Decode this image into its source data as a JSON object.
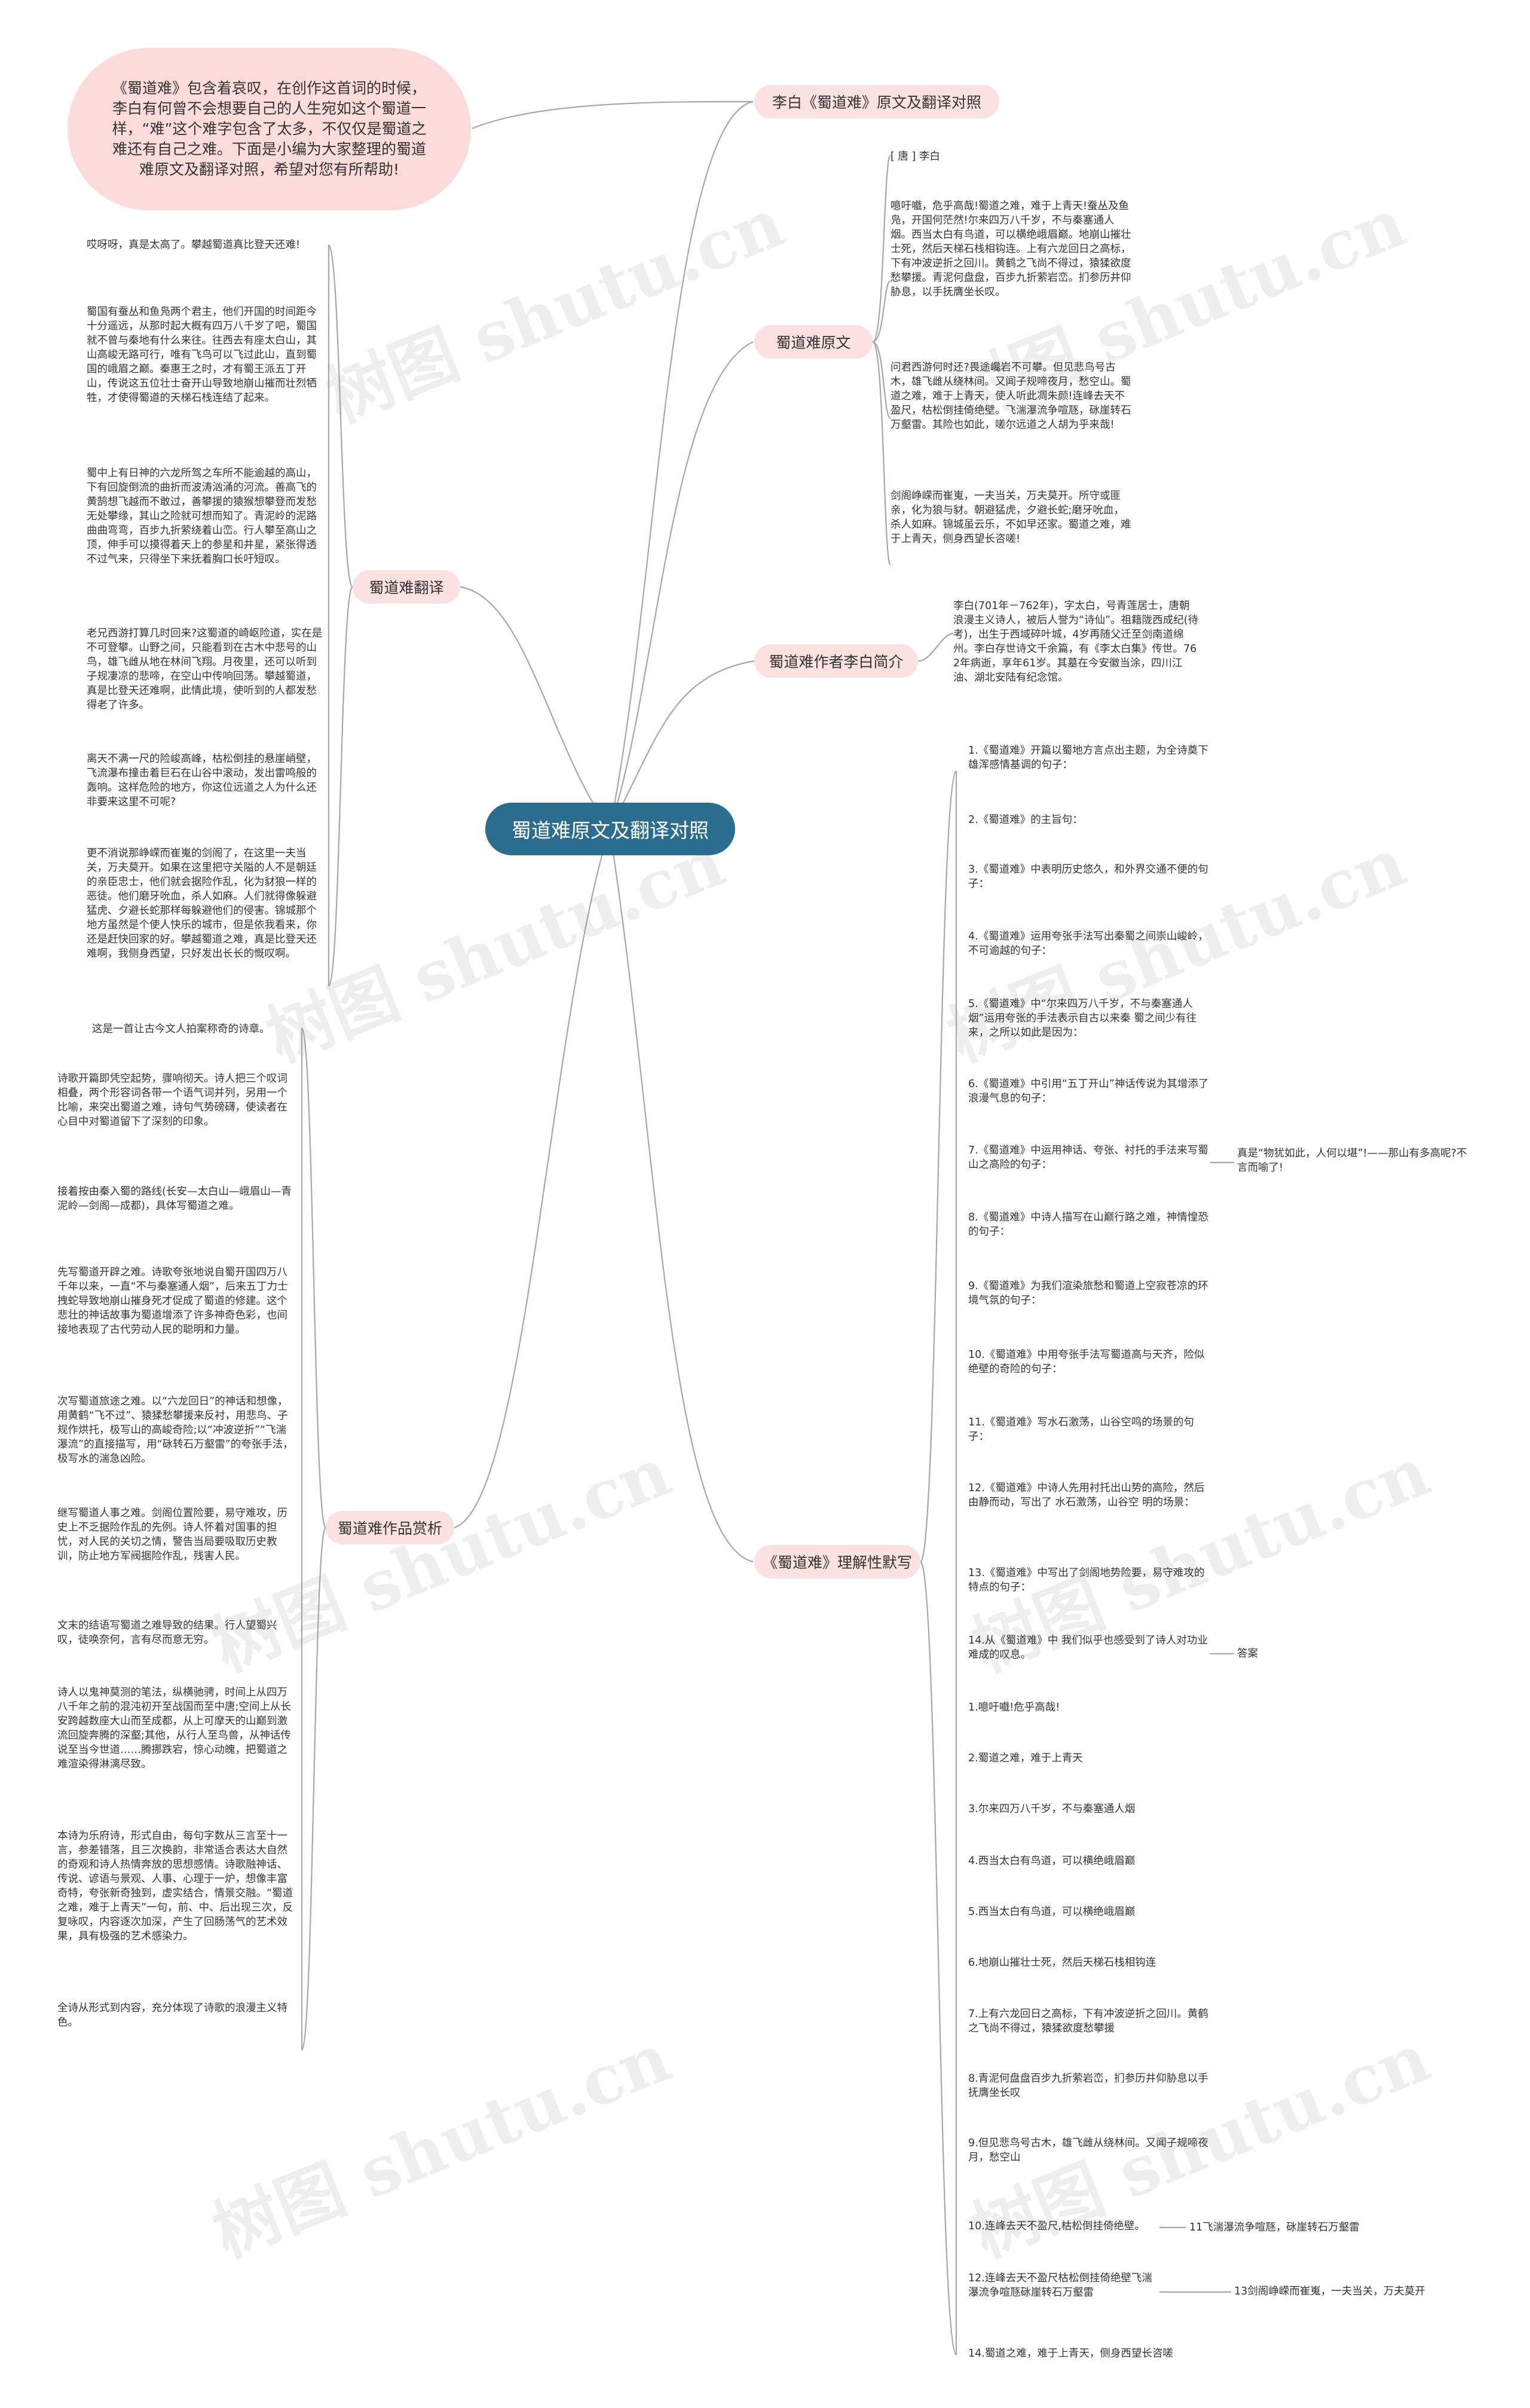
{
  "root": "蜀道难原文及翻译对照",
  "intro": "《蜀道难》包含着哀叹，在创作这首词的时候，李白有何曾不会想要自己的人生宛如这个蜀道一样，“难”这个难字包含了太多，不仅仅是蜀道之难还有自己之难。下面是小编为大家整理的蜀道难原文及翻译对照，希望对您有所帮助!",
  "branches": {
    "compare": "李白《蜀道难》原文及翻译对照",
    "original": "蜀道难原文",
    "author": "蜀道难作者李白简介",
    "quiz": "《蜀道难》理解性默写",
    "translation": "蜀道难翻译",
    "appreciation": "蜀道难作品赏析"
  },
  "original_leaves": [
    "[ 唐 ] 李白",
    "噫吁嚱，危乎高哉!蜀道之难，难于上青天!蚕丛及鱼凫，开国何茫然!尔来四万八千岁，不与秦塞通人烟。西当太白有鸟道，可以横绝峨眉巅。地崩山摧壮士死，然后天梯石栈相钩连。上有六龙回日之高标，下有冲波逆折之回川。黄鹤之飞尚不得过，猿猱欲度愁攀援。青泥何盘盘，百步九折萦岩峦。扪参历井仰胁息，以手抚膺坐长叹。",
    "问君西游何时还?畏途巉岩不可攀。但见悲鸟号古木，雄飞雌从绕林间。又闻子规啼夜月，愁空山。蜀道之难，难于上青天，使人听此凋朱颜!连峰去天不盈尺，枯松倒挂倚绝壁。飞湍瀑流争喧豗，砯崖转石万壑雷。其险也如此，嗟尔远道之人胡为乎来哉!",
    "剑阁峥嵘而崔嵬，一夫当关，万夫莫开。所守或匪亲，化为狼与豺。朝避猛虎，夕避长蛇;磨牙吮血，杀人如麻。锦城虽云乐，不如早还家。蜀道之难，难于上青天，侧身西望长咨嗟!"
  ],
  "author_leaf": "李白(701年－762年)，字太白，号青莲居士，唐朝浪漫主义诗人，被后人誉为“诗仙”。祖籍陇西成纪(待考)，出生于西域碎叶城，4岁再随父迁至剑南道绵州。李白存世诗文千余篇，有《李太白集》传世。762年病逝，享年61岁。其墓在今安徽当涂，四川江油、湖北安陆有纪念馆。",
  "quiz_leaves": [
    "1.《蜀道难》开篇以蜀地方言点出主题，为全诗奠下雄浑感情基调的句子：",
    "2.《蜀道难》的主旨句：",
    "3.《蜀道难》中表明历史悠久，和外界交通不便的句子：",
    "4.《蜀道难》运用夸张手法写出秦蜀之间崇山峻岭，不可逾越的句子：",
    "5.《蜀道难》中“尔来四万八千岁，不与秦塞通人烟”运用夸张的手法表示自古以来秦 蜀之间少有往来，之所以如此是因为：",
    "6.《蜀道难》中引用“五丁开山”神话传说为其增添了浪漫气息的句子：",
    "7.《蜀道难》中运用神话、夸张、衬托的手法来写蜀山之高险的句子：",
    "8.《蜀道难》中诗人描写在山巅行路之难，神情惶恐的句子：",
    "9.《蜀道难》为我们渲染旅愁和蜀道上空寂苍凉的环境气氛的句子：",
    "10.《蜀道难》中用夸张手法写蜀道高与天齐，险似绝壁的奇险的句子：",
    "11.《蜀道难》写水石激荡，山谷空鸣的场景的句子：",
    "12.《蜀道难》中诗人先用衬托出山势的高险，然后由静而动，写出了 水石激荡，山谷空 明的场景：",
    "13.《蜀道难》中写出了剑阁地势险要，易守难攻的特点的句子：",
    "14.从《蜀道难》中 我们似乎也感受到了诗人对功业难成的叹息。",
    "1.噫吁嚱!危乎高哉!",
    "2.蜀道之难，难于上青天",
    "3.尔来四万八千岁，不与秦塞通人烟",
    "4.西当太白有鸟道，可以横绝峨眉巅",
    "5.西当太白有鸟道，可以横绝峨眉巅",
    "6.地崩山摧壮士死，然后天梯石栈相钩连",
    "7.上有六龙回日之高标，下有冲波逆折之回川。黄鹤之飞尚不得过，猿猱欲度愁攀援",
    "8.青泥何盘盘百步九折萦岩峦，扪参历井仰胁息以手抚膺坐长叹",
    "9.但见悲鸟号古木，雄飞雌从绕林间。又闻子规啼夜月，愁空山",
    "10.连峰去天不盈尺,枯松倒挂倚绝壁。",
    "12.连峰去天不盈尺枯松倒挂倚绝壁飞湍瀑流争喧豗砯崖转石万壑雷",
    "14.蜀道之难，难于上青天，侧身西望长咨嗟"
  ],
  "quiz_subs": {
    "q7": "真是“物犹如此，人何以堪”!——那山有多高呢?不言而喻了!",
    "q14": "答案",
    "a10": "11飞湍瀑流争喧豗，砯崖转石万壑雷",
    "a12": "13剑阁峥嵘而崔嵬，一夫当关，万夫莫开"
  },
  "translation_leaves": [
    "哎呀呀，真是太高了。攀越蜀道真比登天还难!",
    "蜀国有蚕丛和鱼凫两个君主，他们开国的时间距今十分遥远，从那时起大概有四万八千岁了吧，蜀国就不曾与秦地有什么来往。往西去有座太白山，其山高峻无路可行，唯有飞鸟可以飞过此山，直到蜀国的峨眉之巅。秦惠王之时，才有蜀王派五丁开山，传说这五位壮士奋开山导致地崩山摧而壮烈牺牲，才使得蜀道的天梯石栈连结了起来。",
    "蜀中上有日神的六龙所驾之车所不能逾越的高山，下有回旋倒流的曲折而波涛汹涌的河流。善高飞的黄鹄想飞越而不敢过，善攀援的猿猴想攀登而发愁无处攀缘，其山之险就可想而知了。青泥岭的泥路曲曲弯弯，百步九折萦绕着山峦。行人攀至高山之顶，伸手可以摸得着天上的参星和井星，紧张得透不过气来，只得坐下来抚着胸口长吁短叹。",
    "老兄西游打算几时回来?这蜀道的崎岖险道，实在是不可登攀。山野之间，只能看到在古木中悲号的山鸟，雄飞雌从地在林间飞翔。月夜里，还可以听到子规凄凉的悲啼，在空山中传响回荡。攀越蜀道，真是比登天还难啊，此情此境，使听到的人都发愁得老了许多。",
    "离天不满一尺的险峻高峰，枯松倒挂的悬崖峭壁，飞流瀑布撞击着巨石在山谷中滚动，发出雷鸣般的轰响。这样危险的地方，你这位远道之人为什么还非要来这里不可呢?",
    "更不消说那峥嵘而崔嵬的剑阁了，在这里一夫当关，万夫莫开。如果在这里把守关隘的人不是朝廷的亲臣忠士，他们就会据险作乱，化为豺狼一样的恶徒。他们磨牙吮血，杀人如麻。人们就得像躲避猛虎、夕避长蛇那样每躲避他们的侵害。锦城那个地方虽然是个使人快乐的城市，但是依我看来，你还是赶快回家的好。攀越蜀道之难，真是比登天还难啊，我侧身西望，只好发出长长的慨叹啊。"
  ],
  "appreciation_leaves": [
    "这是一首让古今文人拍案称奇的诗章。",
    "诗歌开篇即凭空起势，骤响彻天。诗人把三个叹词相叠，两个形容词各带一个语气词并列，另用一个比喻，来突出蜀道之难，诗句气势磅礴，使读者在心目中对蜀道留下了深刻的印象。",
    "接着按由秦入蜀的路线(长安—太白山—峨眉山—青泥岭—剑阁—成都)，具体写蜀道之难。",
    "先写蜀道开辟之难。诗歌夸张地说自蜀开国四万八千年以来，一直“不与秦塞通人烟”，后来五丁力士拽蛇导致地崩山摧身死才促成了蜀道的修建。这个悲壮的神话故事为蜀道增添了许多神奇色彩，也间接地表现了古代劳动人民的聪明和力量。",
    "次写蜀道旅途之难。以“六龙回日”的神话和想像，用黄鹤“飞不过”、猿猱愁攀援来反衬，用悲鸟、子规作烘托，极写山的高峻奇险;以“冲波逆折”“飞湍瀑流”的直接描写，用“砯转石万壑雷”的夸张手法，极写水的湍急凶险。",
    "继写蜀道人事之难。剑阁位置险要，易守难攻，历史上不乏据险作乱的先例。诗人怀着对国事的担忧，对人民的关切之情，警告当局要吸取历史教训，防止地方军阀据险作乱，残害人民。",
    "文末的结语写蜀道之难导致的结果。行人望蜀兴叹，徒唤奈何，言有尽而意无穷。",
    "诗人以鬼神莫测的笔法，纵横驰骋，时间上从四万八千年之前的混沌初开至战国而至中唐;空间上从长安跨越数座大山而至成都，从上可摩天的山巅到激流回旋奔腾的深壑;其他，从行人至鸟兽，从神话传说至当今世道……腾挪跌宕，惊心动魄，把蜀道之难渲染得淋漓尽致。",
    "本诗为乐府诗，形式自由，每句字数从三言至十一言，参差错落，且三次换韵，非常适合表达大自然的奇观和诗人热情奔放的思想感情。诗歌融神话、传说、谚语与景观、人事、心理于一炉，想像丰富奇特，夸张新奇独到，虚实结合，情景交融。“蜀道之难，难于上青天”一句，前、中、后出现三次，反复咏叹，内容逐次加深，产生了回肠荡气的艺术效果，具有极强的艺术感染力。",
    "全诗从形式到内容，充分体现了诗歌的浪漫主义特色。"
  ],
  "watermark": "树图 shutu.cn",
  "colors": {
    "root": "#2b6d8e",
    "branch": "#fbe2e1",
    "line": "#a7a7a7"
  }
}
